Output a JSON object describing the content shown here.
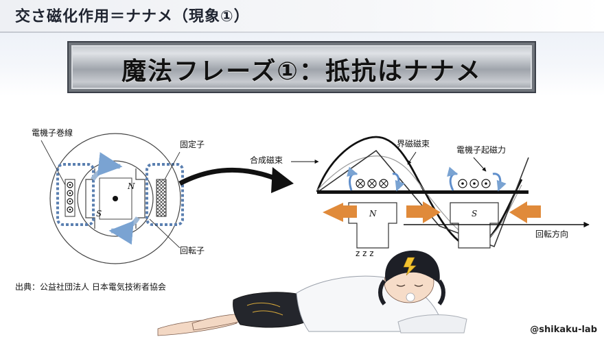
{
  "header": {
    "title": "交さ磁化作用＝ナナメ（現象①）"
  },
  "banner": {
    "text": "魔法フレーズ①：抵抗はナナメ"
  },
  "motor_diagram": {
    "armature_winding_label": "電機子巻線",
    "stator_label": "固定子",
    "rotor_label": "回転子",
    "north_label": "N",
    "south_label": "S"
  },
  "waveform_diagram": {
    "resultant_flux_label": "合成磁束",
    "field_flux_label": "界磁磁束",
    "armature_mmf_label": "電機子起磁力",
    "rotation_direction_label": "回転方向",
    "north_pole_label": "N",
    "south_pole_label": "S",
    "sleep_mark": "z z z"
  },
  "source_caption": "出典：公益社団法人 日本電気技術者協会",
  "credit": "@shikaku-lab",
  "colors": {
    "dotted_box": "#5a7fb0",
    "force_arrow": "#e08a3a",
    "swirl_arrow": "#8fb2d8"
  }
}
